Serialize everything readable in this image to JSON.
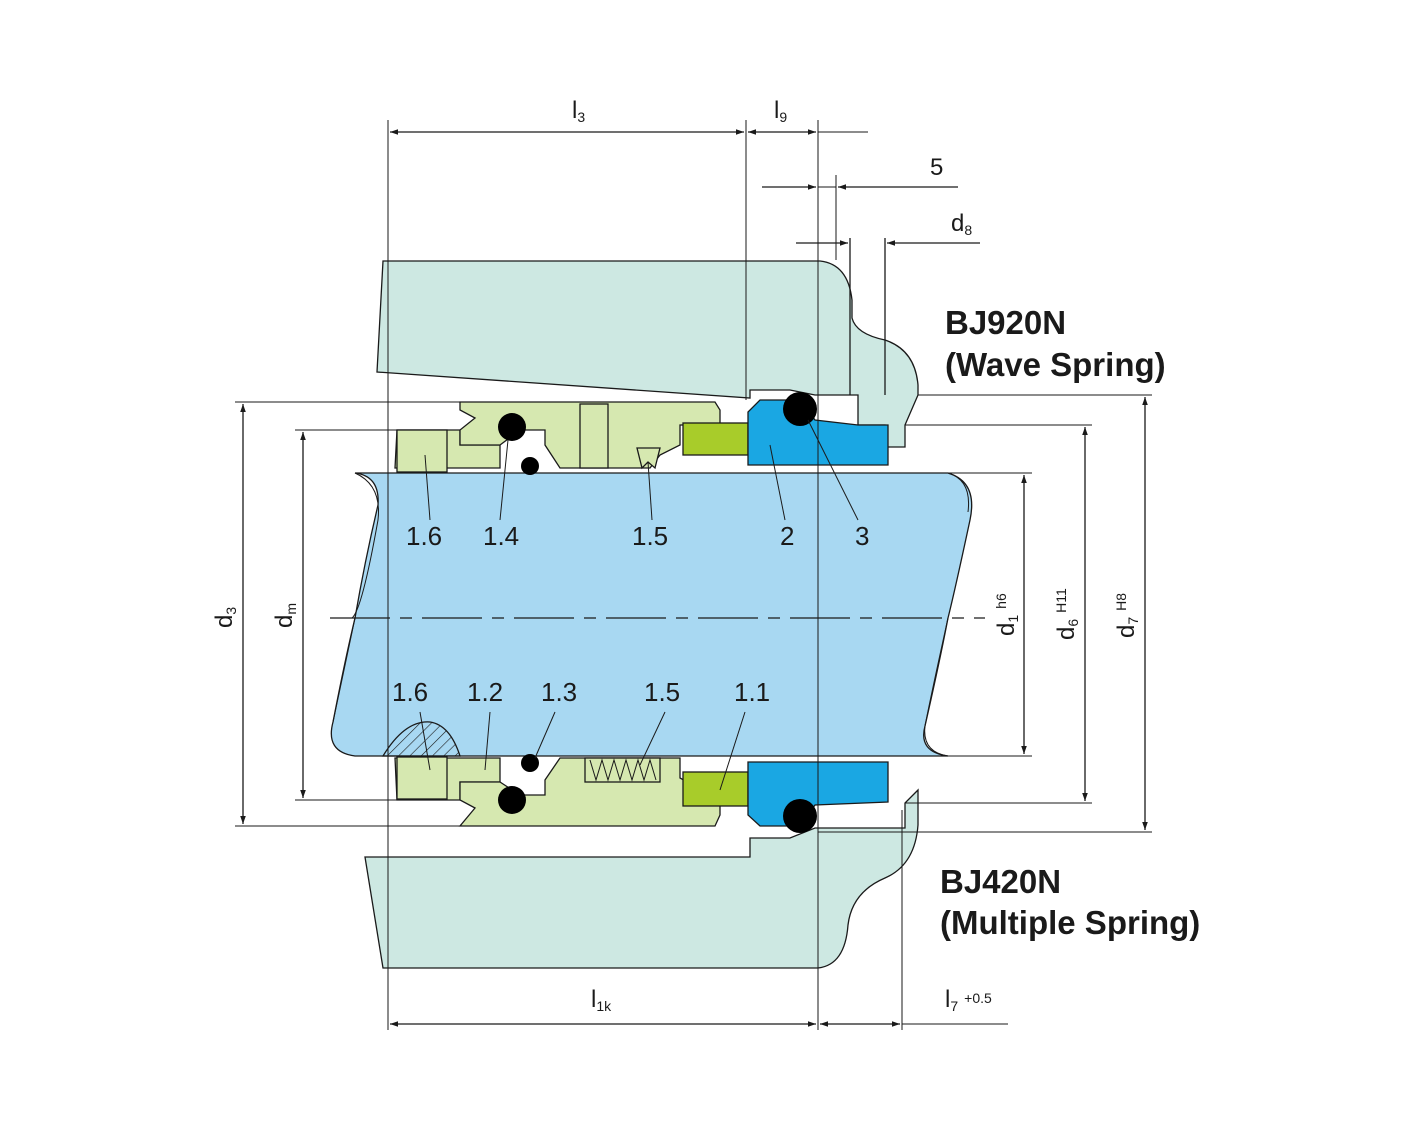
{
  "models": {
    "top": {
      "name": "BJ920N",
      "spring": "(Wave Spring)"
    },
    "bottom": {
      "name": "BJ420N",
      "spring": "(Multiple Spring)"
    }
  },
  "dimensions": {
    "l3": {
      "base": "l",
      "sub": "3"
    },
    "l9": {
      "base": "l",
      "sub": "9"
    },
    "five": "5",
    "d8": {
      "base": "d",
      "sub": "8"
    },
    "d3": {
      "base": "d",
      "sub": "3"
    },
    "dm": {
      "base": "d",
      "sub": "m"
    },
    "d1": {
      "base": "d",
      "sub": "1",
      "tol": "h6"
    },
    "d6": {
      "base": "d",
      "sub": "6",
      "tol": "H11"
    },
    "d7": {
      "base": "d",
      "sub": "7",
      "tol": "H8"
    },
    "l1k": {
      "base": "l",
      "sub": "1k"
    },
    "l7": {
      "base": "l",
      "sub": "7",
      "tol": "+0.5"
    }
  },
  "part_labels": {
    "top": [
      "1.6",
      "1.4",
      "1.5",
      "2",
      "3"
    ],
    "bottom": [
      "1.6",
      "1.2",
      "1.3",
      "1.5",
      "1.1"
    ]
  },
  "colors": {
    "housing": "#cde8e2",
    "shaft": "#a8d8f2",
    "rotating_parts": "#d6e8b0",
    "seat_ring": "#1aa7e3",
    "seal_face": "#a8cc2a",
    "oring": "#000000",
    "line": "#1a1a1a"
  }
}
